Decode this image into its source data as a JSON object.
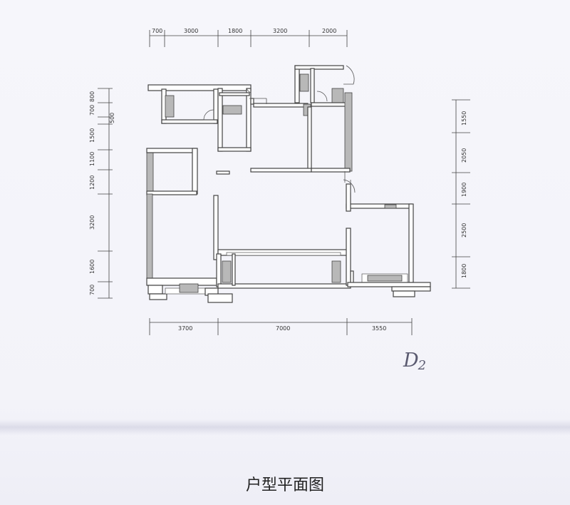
{
  "plan": {
    "top_dims": [
      "700",
      "3000",
      "1800",
      "3200",
      "2000"
    ],
    "bottom_dims": [
      "3700",
      "7000",
      "3550"
    ],
    "left_dims": [
      "700",
      "800",
      "500",
      "1500",
      "1100",
      "1200",
      "3200",
      "1600",
      "700"
    ],
    "right_dims": [
      "1550",
      "2050",
      "1900",
      "2500",
      "1800"
    ]
  },
  "annotation": {
    "label": "D",
    "sub": "2"
  },
  "caption": "户型平面图"
}
